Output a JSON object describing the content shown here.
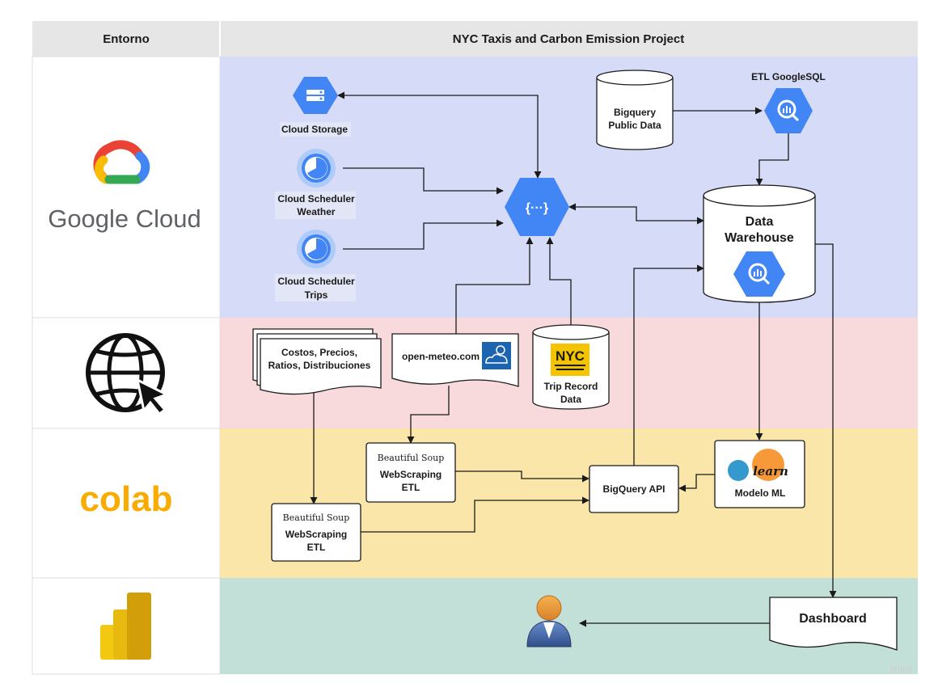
{
  "header": {
    "col1": "Entorno",
    "col2": "NYC Taxis and Carbon Emission Project"
  },
  "lanes": {
    "google_cloud_brand": "Google Cloud",
    "colab_brand": "colab",
    "colors": {
      "gcp": "#d6dcf8",
      "web": "#f8dadd",
      "colab": "#fae6a8",
      "powerbi": "#c3e0d8",
      "header": "#e6e6e6"
    }
  },
  "nodes": {
    "cloud_storage": "Cloud Storage",
    "scheduler_weather": [
      "Cloud Scheduler",
      "Weather"
    ],
    "scheduler_trips": [
      "Cloud Scheduler",
      "Trips"
    ],
    "bigquery_public": [
      "Bigquery",
      "Public Data"
    ],
    "etl_googlesql": "ETL GoogleSQL",
    "data_warehouse": [
      "Data",
      "Warehouse"
    ],
    "costos_doc": [
      "Costos, Precios,",
      "Ratios, Distribuciones"
    ],
    "open_meteo": "open-meteo.com",
    "trip_record": [
      "Trip Record",
      "Data"
    ],
    "nyc_logo_text": "NYC",
    "webscraping_1": [
      "WebScraping",
      "ETL"
    ],
    "webscraping_2": [
      "WebScraping",
      "ETL"
    ],
    "beautifulsoup": "Beautiful Soup",
    "bigquery_api": "BigQuery API",
    "modelo_ml": "Modelo ML",
    "sklearn_logo": "learn",
    "dashboard": "Dashboard"
  },
  "watermark": "miro"
}
